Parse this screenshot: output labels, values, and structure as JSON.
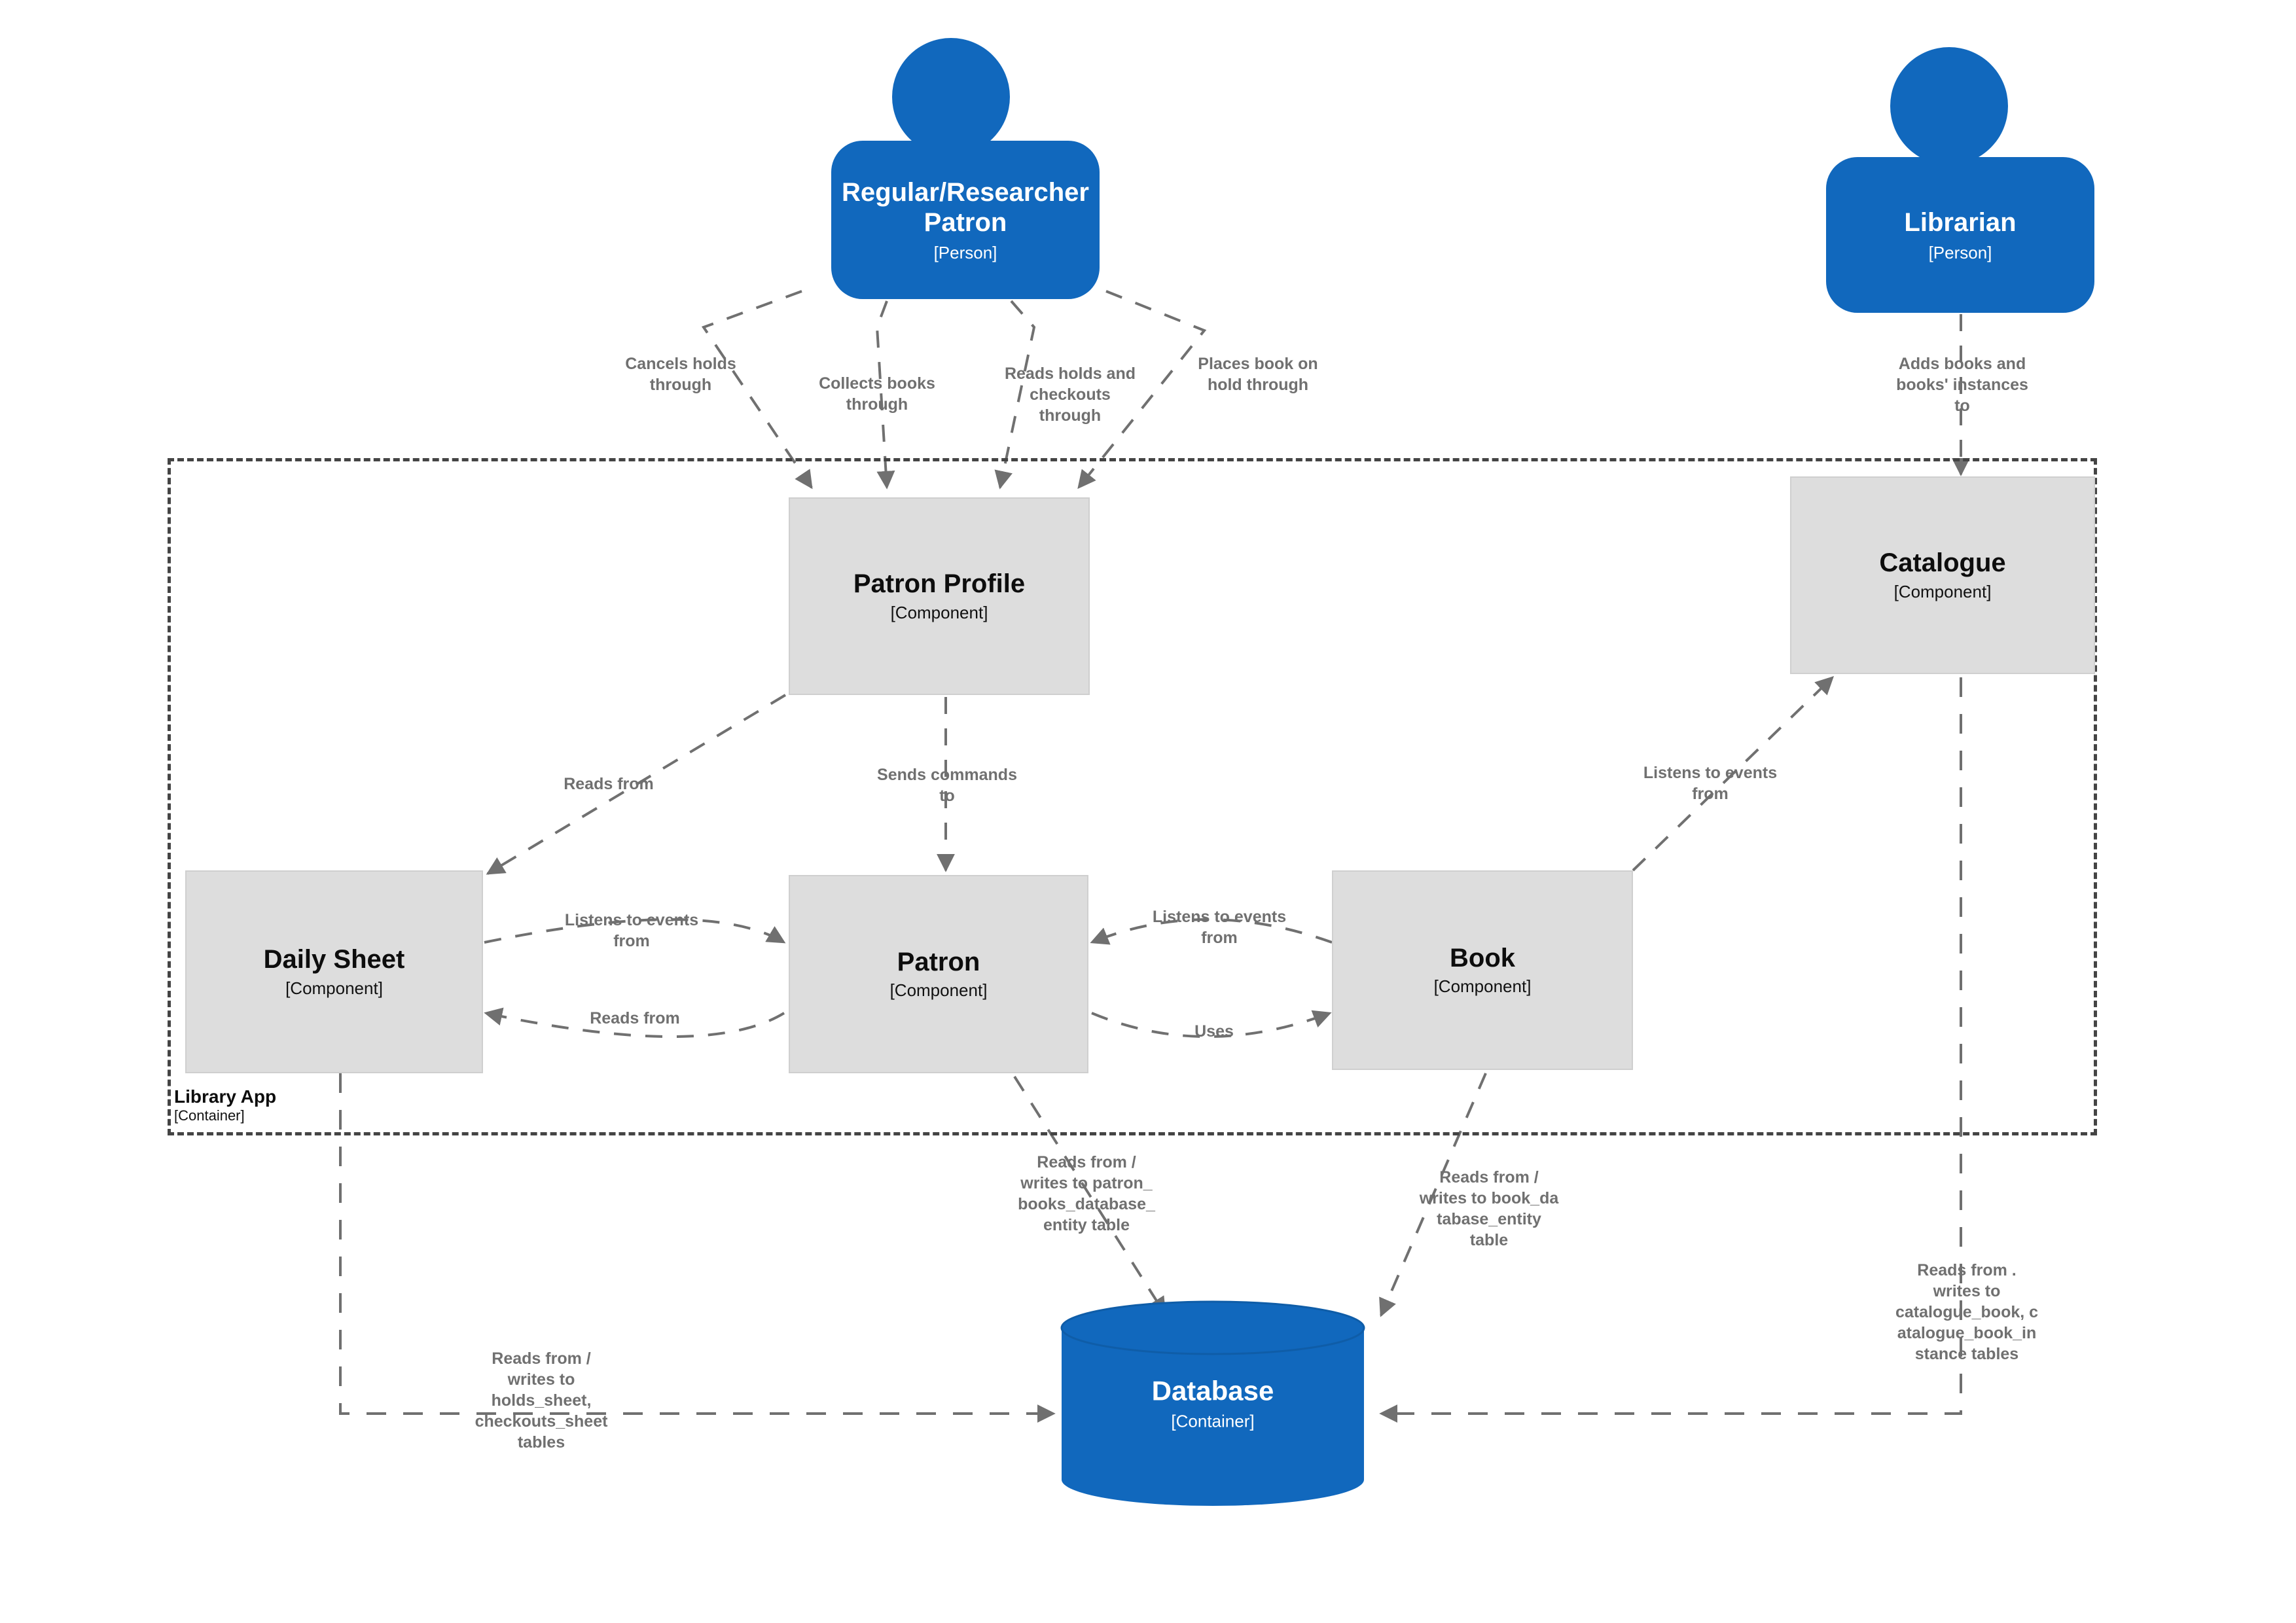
{
  "diagram": {
    "type": "c4-component-diagram",
    "colors": {
      "person_fill": "#1168bd",
      "component_fill": "#dddddd",
      "component_stroke": "#cfcfcf",
      "database_fill": "#1168bd",
      "edge_color": "#707070",
      "boundary_color": "#444444",
      "background": "#ffffff"
    }
  },
  "people": [
    {
      "id": "patron",
      "name": "Regular/Researcher\nPatron",
      "stereotype": "[Person]"
    },
    {
      "id": "librarian",
      "name": "Librarian",
      "stereotype": "[Person]"
    }
  ],
  "boundary": {
    "name": "Library App",
    "stereotype": "[Container]"
  },
  "components": [
    {
      "id": "patron-profile",
      "name": "Patron Profile",
      "stereotype": "[Component]"
    },
    {
      "id": "catalogue",
      "name": "Catalogue",
      "stereotype": "[Component]"
    },
    {
      "id": "daily-sheet",
      "name": "Daily Sheet",
      "stereotype": "[Component]"
    },
    {
      "id": "patron",
      "name": "Patron",
      "stereotype": "[Component]"
    },
    {
      "id": "book",
      "name": "Book",
      "stereotype": "[Component]"
    }
  ],
  "datastores": [
    {
      "id": "database",
      "name": "Database",
      "stereotype": "[Container]"
    }
  ],
  "relationships": [
    {
      "id": "r1",
      "from": "patron-person",
      "to": "patron-profile",
      "label": "Cancels holds\nthrough"
    },
    {
      "id": "r2",
      "from": "patron-person",
      "to": "patron-profile",
      "label": "Collects books\nthrough"
    },
    {
      "id": "r3",
      "from": "patron-person",
      "to": "patron-profile",
      "label": "Reads holds and\ncheckouts\nthrough"
    },
    {
      "id": "r4",
      "from": "patron-person",
      "to": "patron-profile",
      "label": "Places book on\nhold through"
    },
    {
      "id": "r5",
      "from": "librarian",
      "to": "catalogue",
      "label": "Adds books and\nbooks' instances\nto"
    },
    {
      "id": "r6",
      "from": "patron-profile",
      "to": "daily-sheet",
      "label": "Reads from"
    },
    {
      "id": "r7",
      "from": "patron-profile",
      "to": "patron",
      "label": "Sends commands\nto"
    },
    {
      "id": "r8",
      "from": "daily-sheet",
      "to": "patron",
      "label": "Listens to events\nfrom"
    },
    {
      "id": "r9",
      "from": "patron",
      "to": "daily-sheet",
      "label": "Reads from"
    },
    {
      "id": "r10",
      "from": "book",
      "to": "patron",
      "label": "Listens to events\nfrom"
    },
    {
      "id": "r11",
      "from": "patron",
      "to": "book",
      "label": "Uses"
    },
    {
      "id": "r12",
      "from": "book",
      "to": "catalogue",
      "label": "Listens to events\nfrom"
    },
    {
      "id": "r13",
      "from": "patron",
      "to": "database",
      "label": "Reads from /\nwrites to patron_\nbooks_database_\nentity table"
    },
    {
      "id": "r14",
      "from": "book",
      "to": "database",
      "label": "Reads from /\nwrites to book_da\ntabase_entity\ntable"
    },
    {
      "id": "r15",
      "from": "catalogue",
      "to": "database",
      "label": "Reads from .\nwrites to\ncatalogue_book, c\natalogue_book_in\nstance tables"
    },
    {
      "id": "r16",
      "from": "daily-sheet",
      "to": "database",
      "label": "Reads from /\nwrites to\nholds_sheet,\ncheckouts_sheet\ntables"
    }
  ]
}
